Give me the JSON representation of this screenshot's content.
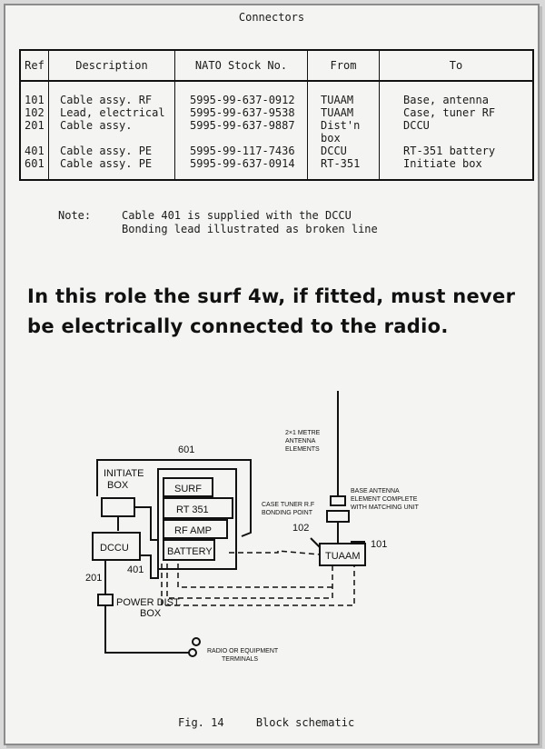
{
  "title": "Connectors",
  "table": {
    "headers": [
      "Ref",
      "Description",
      "NATO Stock No.",
      "From",
      "To"
    ],
    "rows": [
      {
        "ref": "101",
        "description": "Cable assy. RF",
        "nsn": "5995-99-637-0912",
        "from": "TUAAM",
        "to": "Base, antenna"
      },
      {
        "ref": "102",
        "description": "Lead, electrical",
        "nsn": "5995-99-637-9538",
        "from": "TUAAM",
        "to": "Case, tuner RF"
      },
      {
        "ref": "201",
        "description": "Cable assy.",
        "nsn": "5995-99-637-9887",
        "from": "Dist'n box",
        "to": "DCCU"
      },
      {
        "ref": "401",
        "description": "Cable assy. PE",
        "nsn": "5995-99-117-7436",
        "from": "DCCU",
        "to": "RT-351 battery"
      },
      {
        "ref": "601",
        "description": "Cable assy. PE",
        "nsn": "5995-99-637-0914",
        "from": "RT-351",
        "to": "Initiate box"
      }
    ]
  },
  "note": {
    "label": "Note:",
    "lines": [
      "Cable 401 is supplied with the DCCU",
      "Bonding lead illustrated as broken line"
    ]
  },
  "headline": {
    "line1": "In this role the surf  4w, if fitted, must never",
    "line2": "be electrically  connected to the radio."
  },
  "diagram": {
    "initiate_box": [
      "INITIATE",
      "BOX"
    ],
    "surf": "SURF",
    "rt351": "RT 351",
    "rf_amp": "RF AMP",
    "battery": "BATTERY",
    "dccu": "DCCU",
    "tuaam": "TUAAM",
    "power_dist_box": [
      "POWER DIST.",
      "BOX"
    ],
    "antenna_elements": [
      "2×1 METRE",
      "ANTENNA",
      "ELEMENTS"
    ],
    "base_antenna": [
      "BASE ANTENNA",
      "ELEMENT COMPLETE",
      "WITH MATCHING UNIT"
    ],
    "case_tuner": [
      "CASE TUNER R.F",
      "BONDING POINT"
    ],
    "radio_terminals": [
      "RADIO OR EQUIPMENT",
      "TERMINALS"
    ],
    "ref_601": "601",
    "ref_401": "401",
    "ref_201": "201",
    "ref_102": "102",
    "ref_101": "101"
  },
  "caption": {
    "fig": "Fig. 14",
    "text": "Block schematic"
  }
}
